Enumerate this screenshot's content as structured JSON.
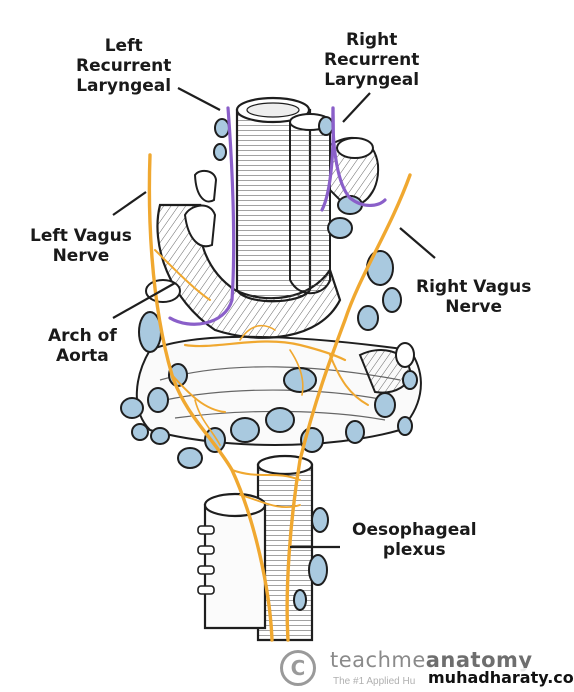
{
  "labels": {
    "left_recurrent": [
      "Left",
      "Recurrent",
      "Laryngeal"
    ],
    "right_recurrent": [
      "Right",
      "Recurrent",
      "Laryngeal"
    ],
    "left_vagus": [
      "Left Vagus",
      "Nerve"
    ],
    "right_vagus": [
      "Right Vagus",
      "Nerve"
    ],
    "arch_aorta": [
      "Arch of",
      "Aorta"
    ],
    "oesophageal": [
      "Oesophageal",
      "plexus"
    ]
  },
  "watermark": {
    "symbol": "C",
    "brand_prefix": "teachme",
    "brand_suffix": "anatomy",
    "tagline": "The #1 Applied Hu",
    "site": "muhadharaty.com"
  },
  "colors": {
    "vagus_nerve": "#f0a830",
    "recurrent_laryngeal": "#8a5fc9",
    "lymph_node": "#a9c9df",
    "outline": "#1e1e1e"
  }
}
